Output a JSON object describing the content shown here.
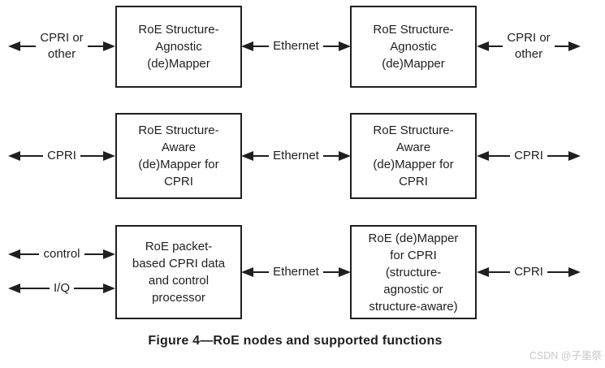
{
  "colors": {
    "ink": "#1f1f1f",
    "background": "#ffffff",
    "watermark_color": "#c6c8cc"
  },
  "figure": {
    "caption": "Figure 4—RoE nodes and supported functions",
    "watermark": "CSDN @子墨祭"
  },
  "boxes": [
    {
      "text": "RoE Structure-\nAgnostic\n(de)Mapper"
    },
    {
      "text": "RoE Structure-\nAgnostic\n(de)Mapper"
    },
    {
      "text": "RoE Structure-\nAware\n(de)Mapper for\nCPRI"
    },
    {
      "text": "RoE Structure-\nAware\n(de)Mapper for\nCPRI"
    },
    {
      "text": "RoE packet-\nbased CPRI data\nand control\nprocessor"
    },
    {
      "text": "RoE (de)Mapper\nfor CPRI\n(structure-\nagnostic or\nstructure-aware)"
    }
  ],
  "connections": [
    {
      "label": "CPRI or\nother"
    },
    {
      "label": "Ethernet"
    },
    {
      "label": "CPRI or\nother"
    },
    {
      "label": "CPRI"
    },
    {
      "label": "Ethernet"
    },
    {
      "label": "CPRI"
    },
    {
      "label": "control"
    },
    {
      "label": "I/Q"
    },
    {
      "label": "Ethernet"
    },
    {
      "label": "CPRI"
    }
  ]
}
